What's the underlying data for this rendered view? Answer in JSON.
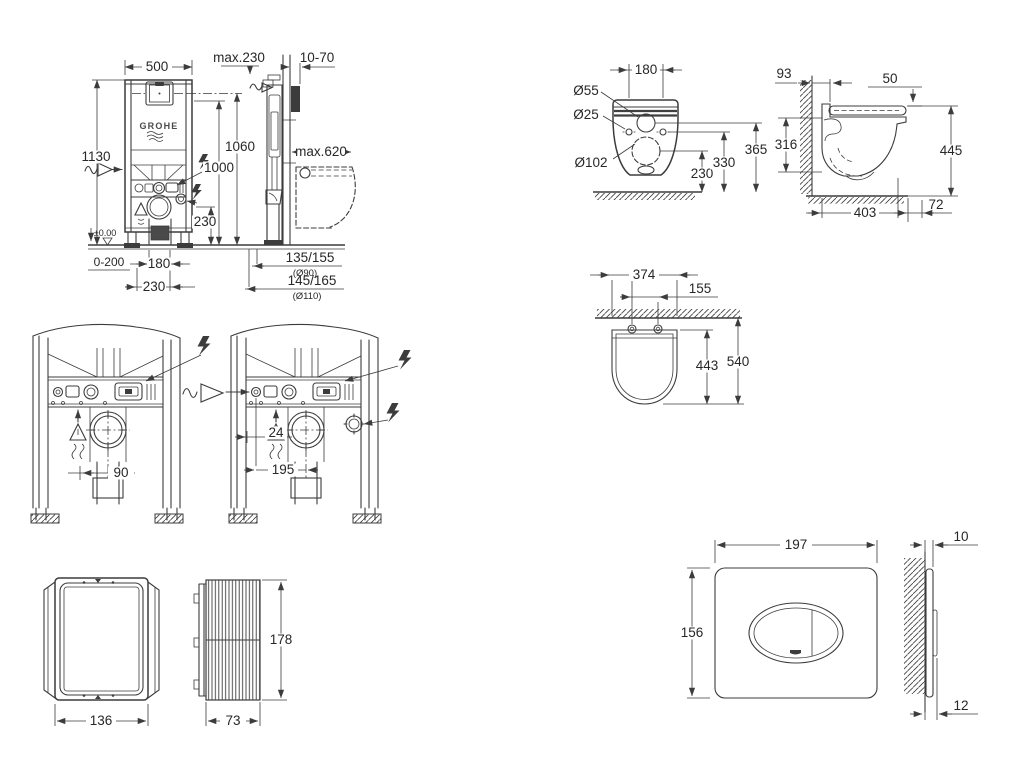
{
  "drawing": {
    "brand": "GROHE",
    "frame_front": {
      "width": "500",
      "height": "1130",
      "plate_center_height": "1060",
      "height_1000": "1000",
      "drain_center_height": "230",
      "floor_level": "±0.00",
      "feet_adjust": "0-200",
      "drain_offset_180": "180",
      "drain_offset_230": "230"
    },
    "frame_side": {
      "ceiling_max": "max.230",
      "plate_range": "10-70",
      "depth_max": "max.620",
      "outlet_90": "135/155",
      "outlet_90_dia": "(Ø90)",
      "outlet_110": "145/165",
      "outlet_110_dia": "(Ø110)"
    },
    "bowl_rear": {
      "bolt_spacing": "180",
      "flush_dia": "Ø55",
      "bolt_dia": "Ø25",
      "outlet_dia": "Ø102",
      "flush_height": "365",
      "bolt_height": "330",
      "outlet_height": "230"
    },
    "bowl_side": {
      "inwall_depth": "93",
      "seat_offset": "50",
      "back_height": "316",
      "seat_height": "445",
      "bowl_depth": "403",
      "front_clear": "72"
    },
    "bowl_top": {
      "bowl_width": "374",
      "bolt_spacing": "155",
      "bowl_depth": "443",
      "total_depth": "540"
    },
    "detail_left": {
      "offset_90": "90"
    },
    "detail_right": {
      "offset_24": "24",
      "offset_195": "195"
    },
    "box_front": {
      "width": "136"
    },
    "box_side": {
      "depth": "73",
      "height": "178"
    },
    "plate_front": {
      "width": "197",
      "height": "156"
    },
    "plate_side": {
      "depth_min": "10",
      "depth_max": "12"
    }
  }
}
